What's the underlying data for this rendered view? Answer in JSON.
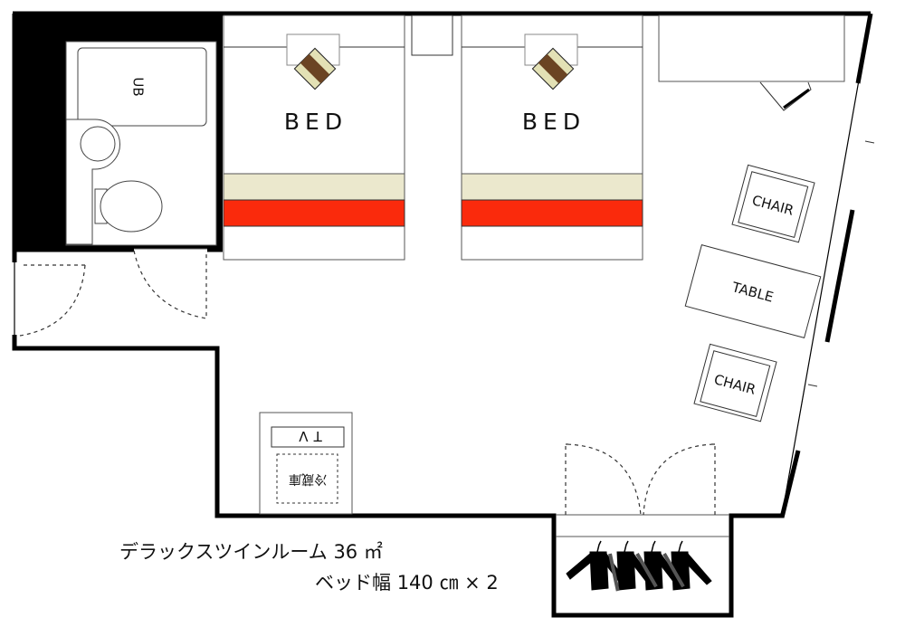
{
  "floor_plan": {
    "title": "デラックスツインルーム 36 ㎡",
    "subtitle": "ベッド幅 140 ㎝ × 2",
    "room_type": "デラックスツインルーム",
    "area": "36 ㎡",
    "bed_width": "140 ㎝",
    "bed_count": "× 2"
  },
  "labels": {
    "unit_bath": "UB",
    "bed_1": "BED",
    "bed_2": "BED",
    "chair_1": "CHAIR",
    "chair_2": "CHAIR",
    "table": "TABLE",
    "tv": "TV",
    "fridge": "冷蔵庫"
  },
  "colors": {
    "wall": "#000000",
    "bed_runner_light": "#ebe8cd",
    "bed_runner_red": "#fa2a0c",
    "pillow_brown": "#6b4423",
    "pillow_cream": "#e3e1b5",
    "line": "#333333",
    "background": "#ffffff"
  },
  "icons": {
    "closet": "clothes-hanger-icon",
    "pillow": "pillow-icon",
    "toilet": "toilet-icon",
    "sink": "sink-icon",
    "door": "door-swing-icon"
  }
}
